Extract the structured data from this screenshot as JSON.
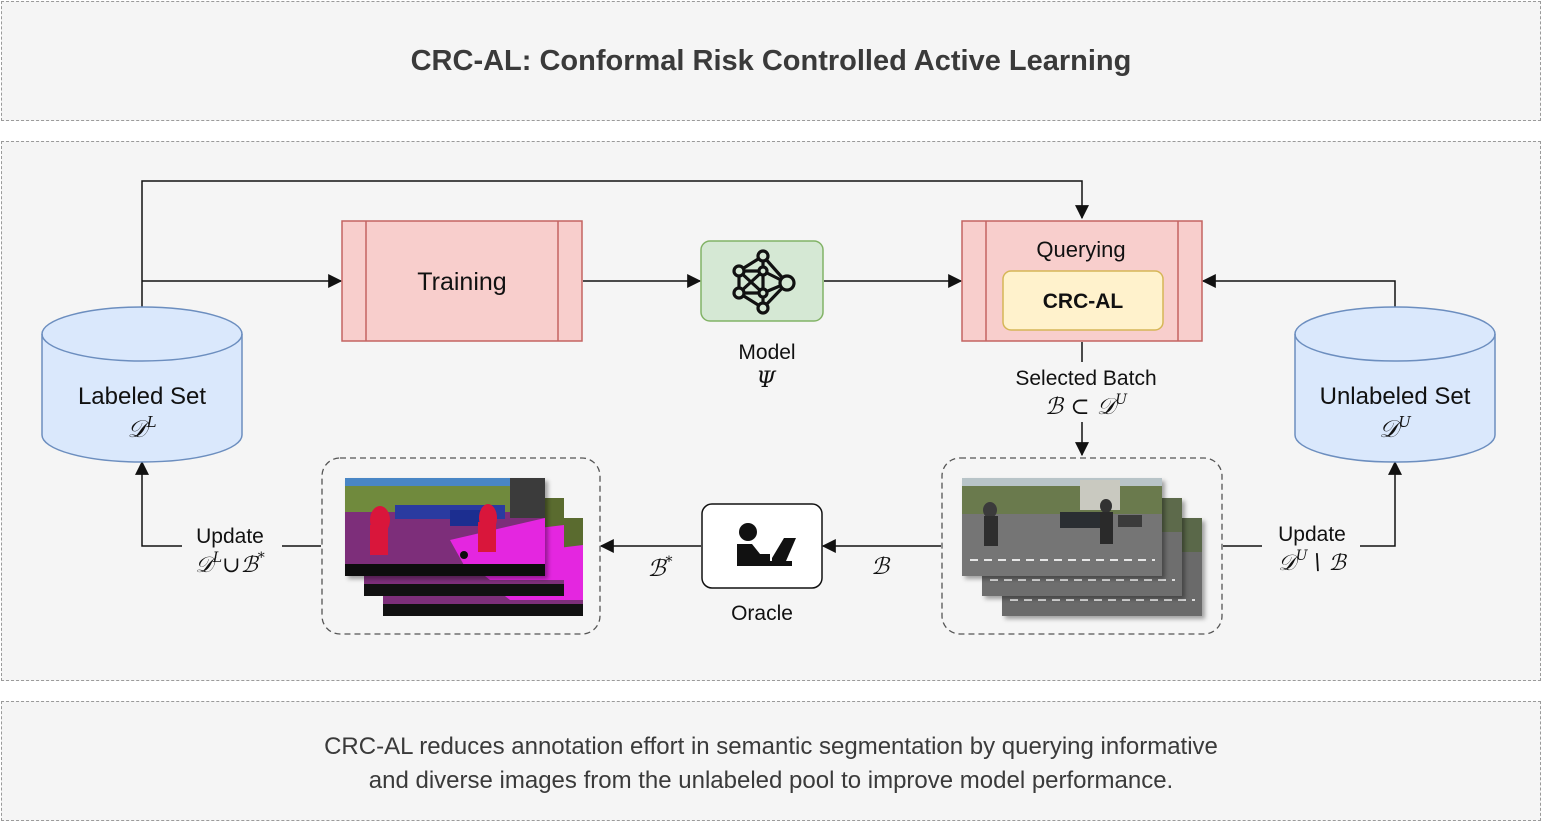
{
  "title": "CRC-AL: Conformal Risk Controlled Active Learning",
  "caption": {
    "line1": "CRC-AL reduces annotation effort in semantic segmentation by querying informative",
    "line2": "and diverse images from the unlabeled pool to improve model performance."
  },
  "nodes": {
    "labeled_set": {
      "label": "Labeled Set",
      "math": "𝒟",
      "sup": "L"
    },
    "unlabeled_set": {
      "label": "Unlabeled Set",
      "math": "𝒟",
      "sup": "U"
    },
    "training": {
      "label": "Training"
    },
    "model": {
      "label": "Model",
      "math": "Ψ",
      "icon": "neural-network-icon"
    },
    "querying": {
      "label": "Querying",
      "inner": "CRC-AL"
    },
    "oracle": {
      "label": "Oracle",
      "icon": "person-at-laptop-icon"
    }
  },
  "edges": {
    "selected_batch": {
      "label": "Selected Batch",
      "math_left": "ℬ ⊂ 𝒟",
      "sup": "U"
    },
    "batch": {
      "math": "ℬ"
    },
    "batch_star": {
      "math": "ℬ",
      "sup": "*"
    },
    "update_labeled": {
      "label": "Update",
      "math_a": "𝒟",
      "sup_a": "L",
      "math_b": "∪ℬ",
      "sup_b": "*"
    },
    "update_unlabeled": {
      "label": "Update",
      "math_a": "𝒟",
      "sup_a": "U",
      "math_b": "∖ ℬ"
    }
  },
  "colors": {
    "red_fill": "#f8cecc",
    "red_stroke": "#c46462",
    "blue_fill": "#dae8fc",
    "blue_stroke": "#6c8ebf",
    "green_fill": "#d5e8d4",
    "green_stroke": "#82b366",
    "yellow_fill": "#fff2cc",
    "yellow_stroke": "#d6b656"
  }
}
